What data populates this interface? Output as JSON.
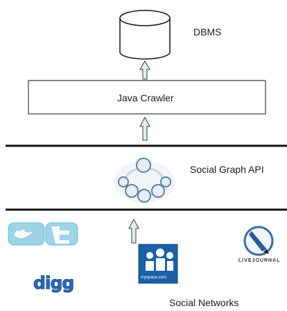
{
  "labels": {
    "dbms": "DBMS",
    "crawler": "Java Crawler",
    "api": "Social Graph API",
    "networks": "Social Networks"
  },
  "logos": {
    "twitter": "twitter-logo",
    "digg": "digg",
    "myspace": "myspace.com",
    "livejournal": "LIVEJOURNAL"
  },
  "colors": {
    "line": "#111111",
    "arrow_fill": "#dff0ec",
    "arrow_stroke": "#3a3a3a",
    "twitter_blue": "#9fd3e6",
    "digg_blue": "#2f6bb5",
    "myspace_blue": "#1b5fa6"
  }
}
